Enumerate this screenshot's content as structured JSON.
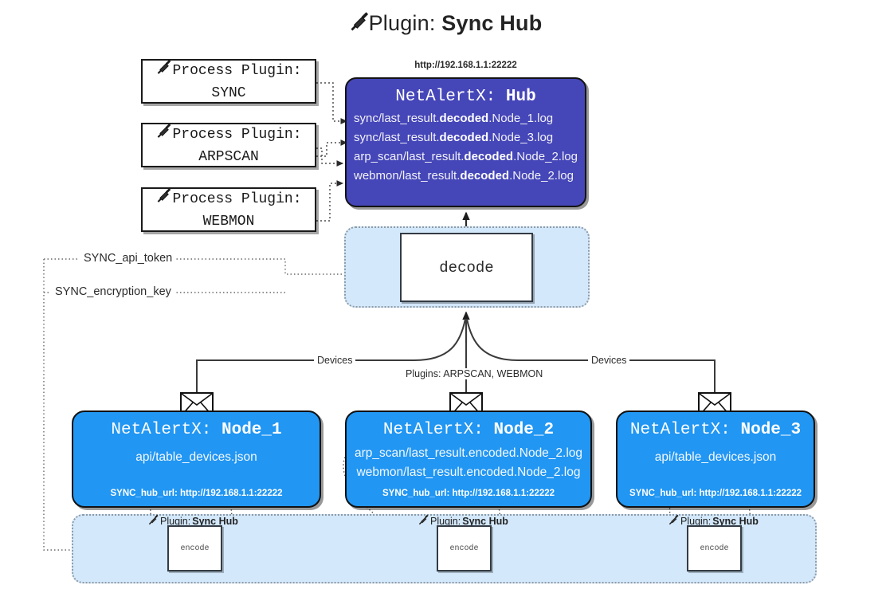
{
  "title": {
    "prefix": "Plugin:",
    "name": "Sync Hub",
    "icon": "plug-icon"
  },
  "process_plugins": [
    {
      "label": "Process Plugin:",
      "name": "SYNC",
      "icon": "plug-icon"
    },
    {
      "label": "Process Plugin:",
      "name": "ARPSCAN",
      "icon": "plug-icon"
    },
    {
      "label": "Process Plugin:",
      "name": "WEBMON",
      "icon": "plug-icon"
    }
  ],
  "hub": {
    "url": "http://192.168.1.1:22222",
    "app": "NetAlertX:",
    "name": "Hub",
    "logs": [
      {
        "pre": "sync/last_result.",
        "em": "decoded",
        "post": ".Node_1.log"
      },
      {
        "pre": "sync/last_result.",
        "em": "decoded",
        "post": ".Node_3.log"
      },
      {
        "pre": "arp_scan/last_result.",
        "em": "decoded",
        "post": ".Node_2.log"
      },
      {
        "pre": "webmon/last_result.",
        "em": "decoded",
        "post": ".Node_2.log"
      }
    ]
  },
  "decode": {
    "label": "decode"
  },
  "secrets": [
    {
      "label": "SYNC_api_token"
    },
    {
      "label": "SYNC_encryption_key"
    }
  ],
  "edge_labels": {
    "left_devices": "Devices",
    "right_devices": "Devices",
    "center_plugins": "Plugins: ARPSCAN, WEBMON"
  },
  "nodes": [
    {
      "app": "NetAlertX:",
      "name": "Node_1",
      "lines": [
        "api/table_devices.json"
      ],
      "foot": "SYNC_hub_url: http://192.168.1.1:22222",
      "envelope_icon": "envelope-icon"
    },
    {
      "app": "NetAlertX:",
      "name": "Node_2",
      "lines": [
        "arp_scan/last_result.encoded.Node_2.log",
        "webmon/last_result.encoded.Node_2.log"
      ],
      "foot": "SYNC_hub_url: http://192.168.1.1:22222",
      "envelope_icon": "envelope-icon"
    },
    {
      "app": "NetAlertX:",
      "name": "Node_3",
      "lines": [
        "api/table_devices.json"
      ],
      "foot": "SYNC_hub_url: http://192.168.1.1:22222",
      "envelope_icon": "envelope-icon"
    }
  ],
  "encoders": [
    {
      "plugin_prefix": "Plugin:",
      "plugin_name": "Sync Hub",
      "label": "encode",
      "icon": "plug-icon"
    },
    {
      "plugin_prefix": "Plugin:",
      "plugin_name": "Sync Hub",
      "label": "encode",
      "icon": "plug-icon"
    },
    {
      "plugin_prefix": "Plugin:",
      "plugin_name": "Sync Hub",
      "label": "encode",
      "icon": "plug-icon"
    }
  ],
  "colors": {
    "hub_fill": "#4546b8",
    "node_fill": "#2196f3",
    "container_fill": "#d3e8fa",
    "stroke": "#111111",
    "page_bg": "#ffffff"
  }
}
